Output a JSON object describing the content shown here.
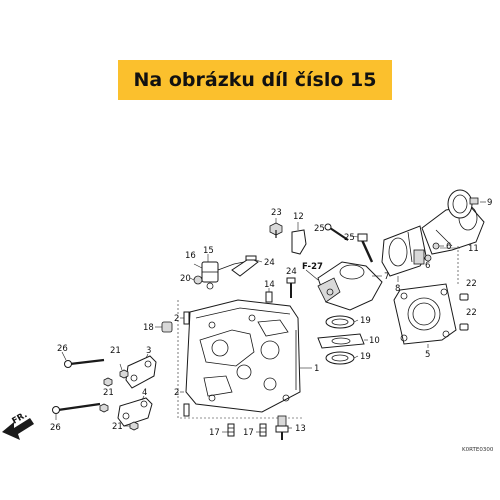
{
  "banner": {
    "text": "Na obrázku díl číslo 15",
    "background": "#fbc02d"
  },
  "diagram_code": "K0RTE0300",
  "fr_label": "FR.",
  "section_ref": "F-27",
  "callouts": {
    "c1": "1",
    "c2a": "2",
    "c2b": "2",
    "c3": "3",
    "c4": "4",
    "c5": "5",
    "c6a": "6",
    "c6b": "6",
    "c7": "7",
    "c8": "8",
    "c9": "9",
    "c10": "10",
    "c11": "11",
    "c12": "12",
    "c13": "13",
    "c14": "14",
    "c15": "15",
    "c16": "16",
    "c17a": "17",
    "c17b": "17",
    "c18": "18",
    "c19a": "19",
    "c19b": "19",
    "c20": "20",
    "c21a": "21",
    "c21b": "21",
    "c21c": "21",
    "c22a": "22",
    "c22b": "22",
    "c23": "23",
    "c24a": "24",
    "c24b": "24",
    "c25a": "25",
    "c25b": "25",
    "c26a": "26",
    "c26b": "26"
  }
}
